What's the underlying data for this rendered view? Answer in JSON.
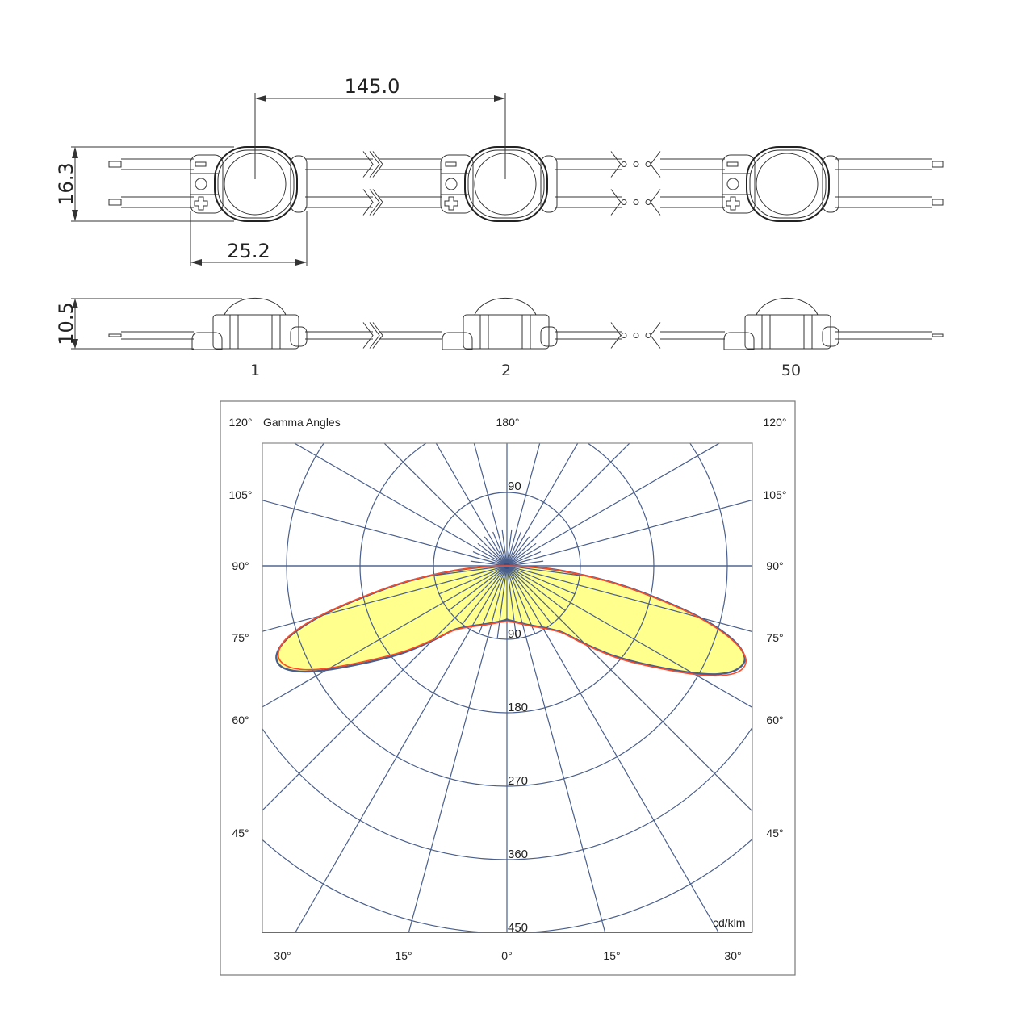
{
  "drawing": {
    "dimensions": {
      "pitch": "145.0",
      "height": "16.3",
      "width": "25.2",
      "side_height": "10.5"
    },
    "module_labels": [
      "1",
      "2",
      "50"
    ]
  },
  "chart_data": {
    "type": "polar",
    "title": "Gamma Angles",
    "unit": "cd/klm",
    "top_label": "180°",
    "side_labels": [
      "120°",
      "105°",
      "90°",
      "75°",
      "60°",
      "45°"
    ],
    "bottom_labels": [
      "30°",
      "15°",
      "0°",
      "15°",
      "30°"
    ],
    "radial_labels_top": [
      "90"
    ],
    "radial_labels": [
      "90",
      "180",
      "270",
      "360",
      "450"
    ],
    "rmax": 450,
    "gamma": [
      0,
      10,
      20,
      30,
      35,
      40,
      45,
      50,
      55,
      60,
      63,
      66,
      69,
      72,
      75,
      78,
      81,
      84,
      87,
      90
    ],
    "series": [
      {
        "color": "#4a5f8c",
        "fill": "#ffff88",
        "left": [
          66,
          70,
          76,
          85,
          92,
          103,
          130,
          166,
          205,
          255,
          285,
          303,
          302,
          280,
          235,
          175,
          125,
          75,
          35,
          0
        ],
        "right": [
          66,
          70,
          77,
          87,
          95,
          107,
          135,
          172,
          212,
          262,
          292,
          310,
          312,
          290,
          245,
          185,
          132,
          80,
          38,
          0
        ]
      },
      {
        "color": "#ff4a2a",
        "fill": "none",
        "left": [
          68,
          71,
          77,
          86,
          93,
          104,
          128,
          162,
          200,
          250,
          280,
          298,
          300,
          282,
          238,
          178,
          127,
          77,
          36,
          0
        ],
        "right": [
          68,
          71,
          78,
          88,
          96,
          108,
          137,
          175,
          215,
          266,
          296,
          314,
          313,
          288,
          242,
          182,
          130,
          78,
          37,
          0
        ]
      }
    ]
  }
}
